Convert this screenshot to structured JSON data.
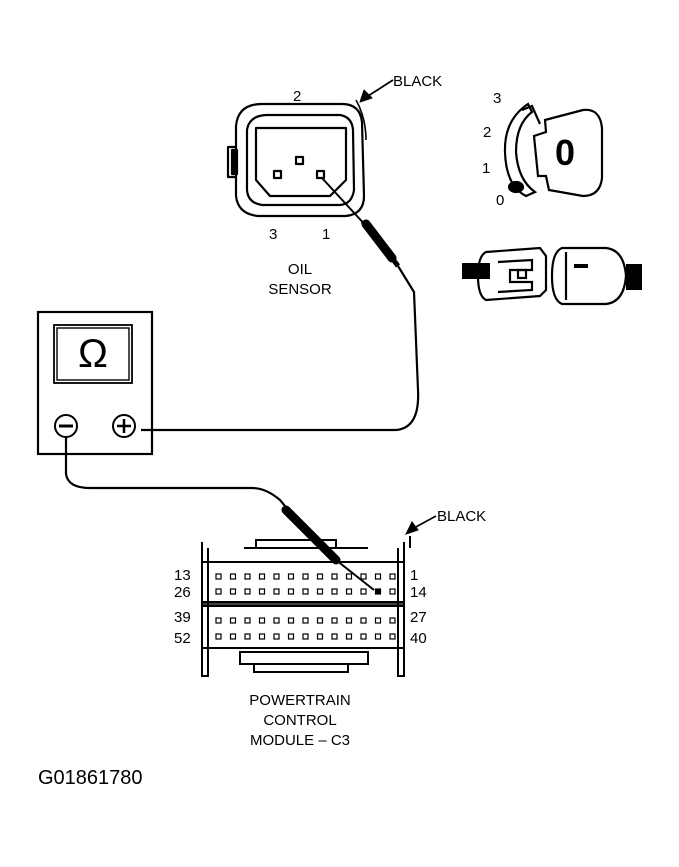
{
  "oil_sensor": {
    "connector_color": "BLACK",
    "pin_top": "2",
    "pin_left": "3",
    "pin_right": "1",
    "label_line1": "OIL",
    "label_line2": "SENSOR"
  },
  "ignition": {
    "pos3": "3",
    "pos2": "2",
    "pos1": "1",
    "pos0": "0",
    "key_mark": "0"
  },
  "meter": {
    "symbol": "Ω",
    "negative": "−",
    "positive": "+"
  },
  "pcm": {
    "connector_color": "BLACK",
    "pin_13": "13",
    "pin_26": "26",
    "pin_39": "39",
    "pin_52": "52",
    "pin_1": "1",
    "pin_14": "14",
    "pin_27": "27",
    "pin_40": "40",
    "label_line1": "POWERTRAIN",
    "label_line2": "CONTROL",
    "label_line3": "MODULE – C3"
  },
  "figure_id": "G01861780",
  "colors": {
    "ink": "#000000",
    "paper": "#ffffff"
  }
}
